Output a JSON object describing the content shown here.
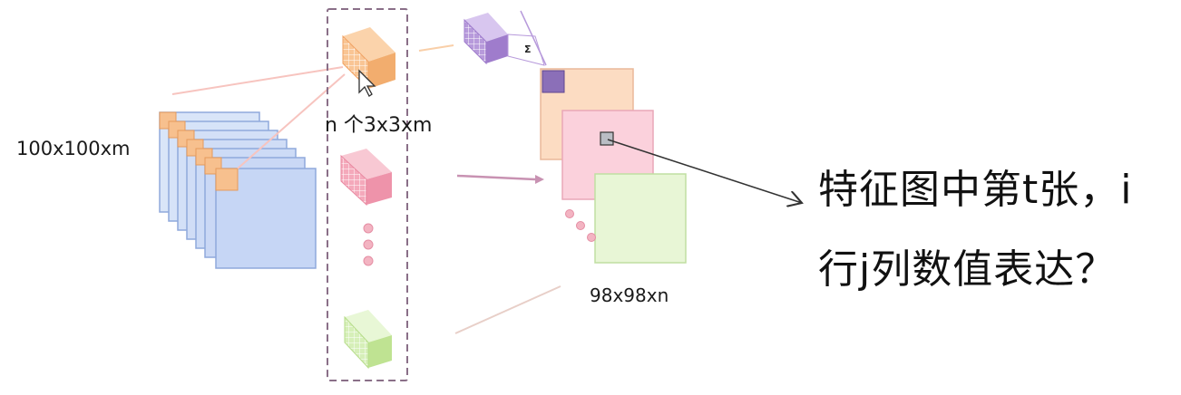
{
  "labels": {
    "input_size": "100x100xm",
    "kernels": "n 个3x3xm",
    "output_size": "98x98xn",
    "sigma": "Σ"
  },
  "question": {
    "line1": "特征图中第t张，i",
    "line2": "行j列数值表达？"
  },
  "colors": {
    "input_map": "#c9d9f5",
    "input_border": "#8fa9dc",
    "orange": "#f9c594",
    "pink": "#f6b7c6",
    "green": "#dff3c4",
    "purple": "#b79adb",
    "dashed_box": "#8a6f88"
  }
}
